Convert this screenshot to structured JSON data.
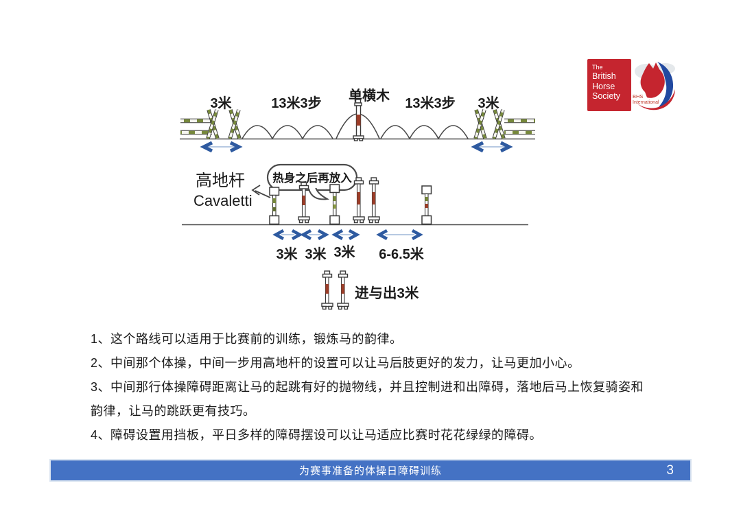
{
  "logo": {
    "org": [
      "The",
      "British",
      "Horse",
      "Society"
    ],
    "bhs": "BHS",
    "international": "International"
  },
  "top_diagram": {
    "left_distance": "3米",
    "left_strides": "13米3步",
    "center_label": "单横木",
    "right_strides": "13米3步",
    "right_distance": "3米"
  },
  "middle_diagram": {
    "title_cn": "高地杆",
    "title_en": "Cavaletti",
    "callout": "热身之后再放入",
    "d1": "3米",
    "d2": "3米",
    "d3": "3米",
    "d4": "6-6.5米"
  },
  "bottom_diagram": {
    "label": "进与出3米"
  },
  "notes": [
    "1、这个路线可以适用于比赛前的训练，锻炼马的韵律。",
    "2、中间那个体操，中间一步用高地杆的设置可以让马后肢更好的发力，让马更加小心。",
    "3、中间那行体操障碍距离让马的起跳有好的抛物线，并且控制进和出障碍，落地后马上恢复骑姿和韵律，让马的跳跃更有技巧。",
    "4、障碍设置用挡板，平日多样的障碍摆设可以让马适应比赛时花花绿绿的障碍。"
  ],
  "footer": {
    "title": "为赛事准备的体操日障碍训练",
    "page": "3"
  },
  "colors": {
    "footer_bar": "#4472c4",
    "arrow_blue": "#2e5aa0",
    "pole_green": "#76883b",
    "pole_red": "#9c3d28",
    "logo_red": "#c5252f"
  }
}
